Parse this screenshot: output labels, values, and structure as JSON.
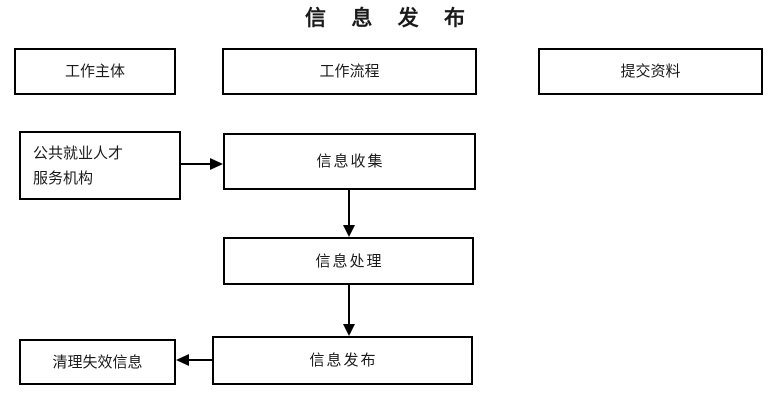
{
  "diagram": {
    "title": "信 息 发 布",
    "title_plain": "信息发布",
    "type": "flowchart",
    "columns": [
      {
        "id": "work-subject",
        "label": "工作主体"
      },
      {
        "id": "work-process",
        "label": "工作流程"
      },
      {
        "id": "submit-data",
        "label": "提交资料"
      }
    ],
    "nodes": [
      {
        "id": "agency",
        "label": "公共就业人才\n服务机构",
        "column": "work-subject"
      },
      {
        "id": "collect",
        "label": "信息收集",
        "column": "work-process"
      },
      {
        "id": "process",
        "label": "信息处理",
        "column": "work-process"
      },
      {
        "id": "publish",
        "label": "信息发布",
        "column": "work-process"
      },
      {
        "id": "cleanup",
        "label": "清理失效信息",
        "column": "work-subject"
      }
    ],
    "edges": [
      {
        "id": "agency-collect",
        "from": "agency",
        "to": "collect",
        "direction": "right"
      },
      {
        "id": "collect-process",
        "from": "collect",
        "to": "process",
        "direction": "down"
      },
      {
        "id": "process-publish",
        "from": "process",
        "to": "publish",
        "direction": "down"
      },
      {
        "id": "publish-cleanup",
        "from": "publish",
        "to": "cleanup",
        "direction": "left"
      }
    ],
    "colors": {
      "background": "#ffffff",
      "border": "#000000",
      "text": "#1a1a1a"
    }
  }
}
